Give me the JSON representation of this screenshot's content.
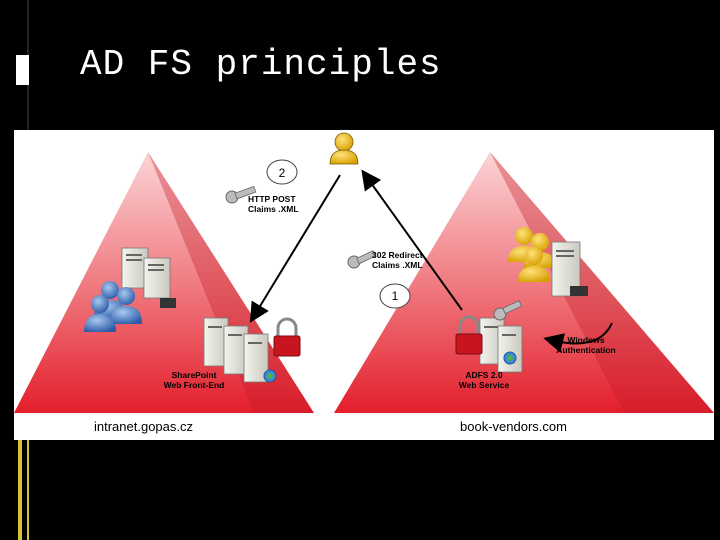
{
  "slide": {
    "title": "AD FS principles"
  },
  "diagram": {
    "left_domain": "intranet.gopas.cz",
    "right_domain": "book-vendors.com",
    "step2_number": "2",
    "step2_label_line1": "HTTP POST",
    "step2_label_line2": "Claims .XML",
    "step1_number": "1",
    "step1_label_line1": "302 Redirect",
    "step1_label_line2": "Claims .XML",
    "sharepoint_line1": "SharePoint",
    "sharepoint_line2": "Web Front-End",
    "adfs_line1": "ADFS 2.0",
    "adfs_line2": "Web Service",
    "windows_auth_line1": "Windows",
    "windows_auth_line2": "Authentication"
  },
  "colors": {
    "pyramid": "#e8303a",
    "accent": "#d6c52a"
  }
}
